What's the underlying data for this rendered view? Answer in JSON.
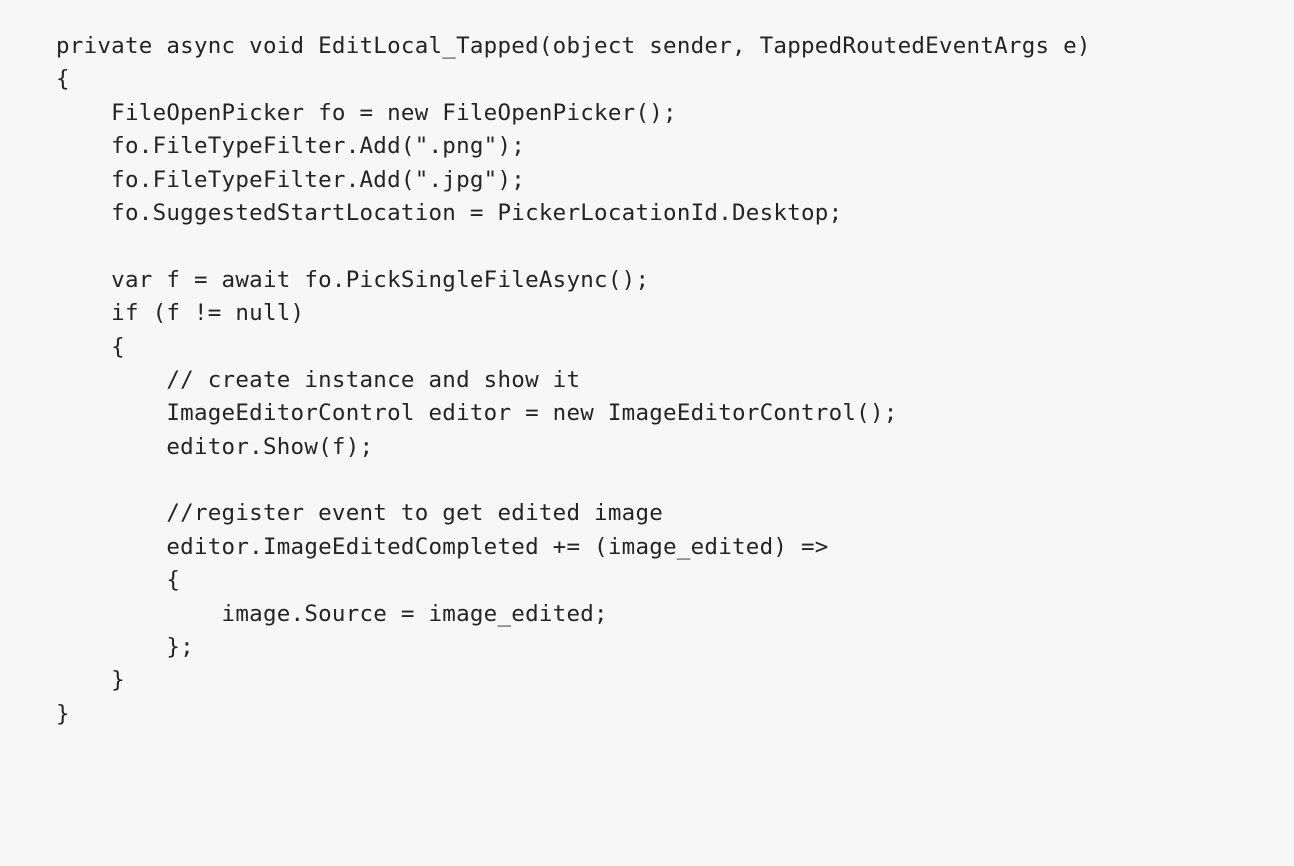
{
  "code": {
    "lines": [
      "private async void EditLocal_Tapped(object sender, TappedRoutedEventArgs e)",
      "{",
      "    FileOpenPicker fo = new FileOpenPicker();",
      "    fo.FileTypeFilter.Add(\".png\");",
      "    fo.FileTypeFilter.Add(\".jpg\");",
      "    fo.SuggestedStartLocation = PickerLocationId.Desktop;",
      "",
      "    var f = await fo.PickSingleFileAsync();",
      "    if (f != null)",
      "    {",
      "        // create instance and show it",
      "        ImageEditorControl editor = new ImageEditorControl();",
      "        editor.Show(f);",
      "",
      "        //register event to get edited image",
      "        editor.ImageEditedCompleted += (image_edited) =>",
      "        {",
      "            image.Source = image_edited;",
      "        };",
      "    }",
      "}"
    ]
  }
}
